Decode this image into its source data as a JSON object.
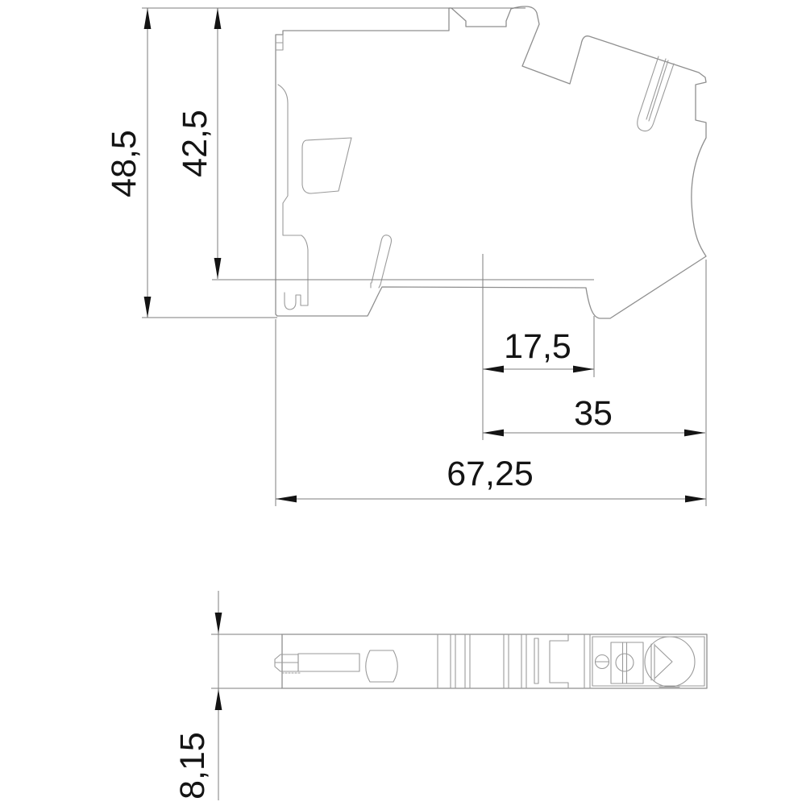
{
  "drawing": {
    "kind": "technical-dimension-drawing",
    "views": {
      "side_view": {
        "name": "side profile view"
      },
      "bottom_view": {
        "name": "bottom view"
      }
    },
    "units_shown": "none (decimal comma values)"
  },
  "dimensions": {
    "height_total": {
      "label": "48,5",
      "value": 48.5,
      "orientation": "vertical"
    },
    "height_to_rail": {
      "label": "42,5",
      "value": 42.5,
      "orientation": "vertical"
    },
    "rail_offset": {
      "label": "17,5",
      "value": 17.5,
      "orientation": "horizontal"
    },
    "rail_width": {
      "label": "35",
      "value": 35,
      "orientation": "horizontal"
    },
    "width_total": {
      "label": "67,25",
      "value": 67.25,
      "orientation": "horizontal"
    },
    "depth": {
      "label": "8,15",
      "value": 8.15,
      "orientation": "vertical"
    }
  },
  "colors": {
    "background": "#ffffff",
    "outline": "#8f8f8f",
    "dimension_lines": "#7d7d7d",
    "annotation": "#141414"
  }
}
